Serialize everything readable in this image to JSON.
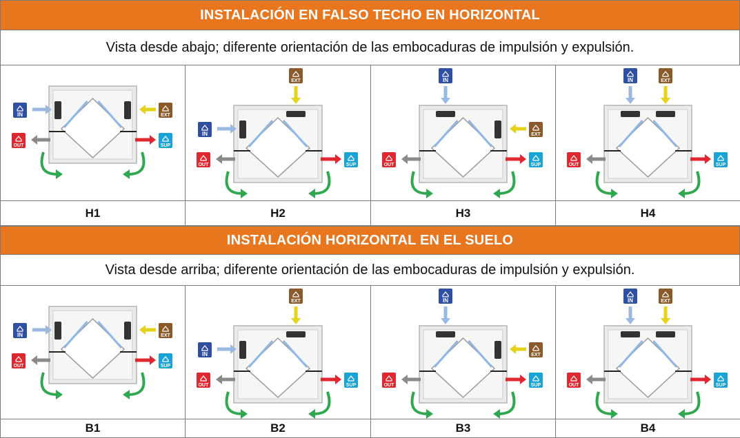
{
  "sections": [
    {
      "title": "INSTALACIÓN EN FALSO TECHO EN HORIZONTAL",
      "subtitle": "Vista desde abajo; diferente orientación de las embocaduras de impulsión y expulsión.",
      "cells": [
        {
          "label": "H1",
          "top_ports": [],
          "side_in": true,
          "side_ext": true
        },
        {
          "label": "H2",
          "top_ports": [
            "EXT"
          ],
          "side_in": true,
          "side_ext": false
        },
        {
          "label": "H3",
          "top_ports": [
            "IN"
          ],
          "side_in": false,
          "side_ext": true
        },
        {
          "label": "H4",
          "top_ports": [
            "IN",
            "EXT"
          ],
          "side_in": false,
          "side_ext": false
        }
      ]
    },
    {
      "title": "INSTALACIÓN HORIZONTAL EN EL SUELO",
      "subtitle": "Vista desde arriba; diferente orientación de las embocaduras de impulsión y expulsión.",
      "cells": [
        {
          "label": "B1",
          "top_ports": [],
          "side_in": true,
          "side_ext": true
        },
        {
          "label": "B2",
          "top_ports": [
            "EXT"
          ],
          "side_in": true,
          "side_ext": false
        },
        {
          "label": "B3",
          "top_ports": [
            "IN"
          ],
          "side_in": false,
          "side_ext": true
        },
        {
          "label": "B4",
          "top_ports": [
            "IN",
            "EXT"
          ],
          "side_in": false,
          "side_ext": false
        }
      ]
    }
  ],
  "ports": {
    "IN": {
      "text": "IN",
      "color": "#2f4fa3"
    },
    "EXT": {
      "text": "EXT",
      "color": "#8b5a2b"
    },
    "OUT": {
      "text": "OUT",
      "color": "#e0262e"
    },
    "SUP": {
      "text": "SUP",
      "color": "#1aa3d6"
    }
  },
  "colors": {
    "header": "#e8761e",
    "arrow_in": "#9bb8e0",
    "arrow_ext": "#e6d21a",
    "arrow_out": "#8a8a8a",
    "arrow_sup": "#e0262e",
    "rotate_arrow": "#2fa84f"
  }
}
